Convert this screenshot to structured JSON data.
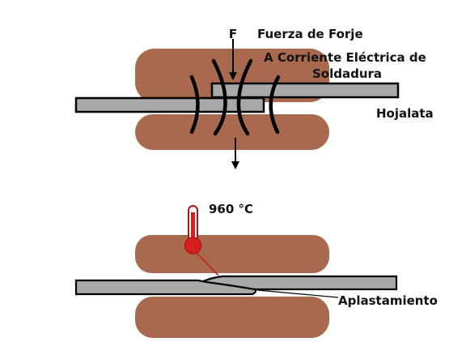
{
  "labels": {
    "force_symbol": "F",
    "forge_force": "Fuerza de Forje",
    "current_line1": "A Corriente Eléctrica de",
    "current_line2": "Soldadura",
    "tinplate": "Hojalata",
    "temperature": "960 °C",
    "flattening": "Aplastamiento"
  },
  "colors": {
    "electrode": "#a8694e",
    "sheet_fill": "#a9a9a9",
    "outline": "#000000",
    "thermometer_red": "#d81f1f",
    "thermometer_dark": "#b01515",
    "pointer": "#c02020"
  },
  "icons": {
    "thermometer": "thermometer-icon",
    "force_arrow": "arrow-down-icon",
    "current_arcs": "current-field-arcs"
  }
}
